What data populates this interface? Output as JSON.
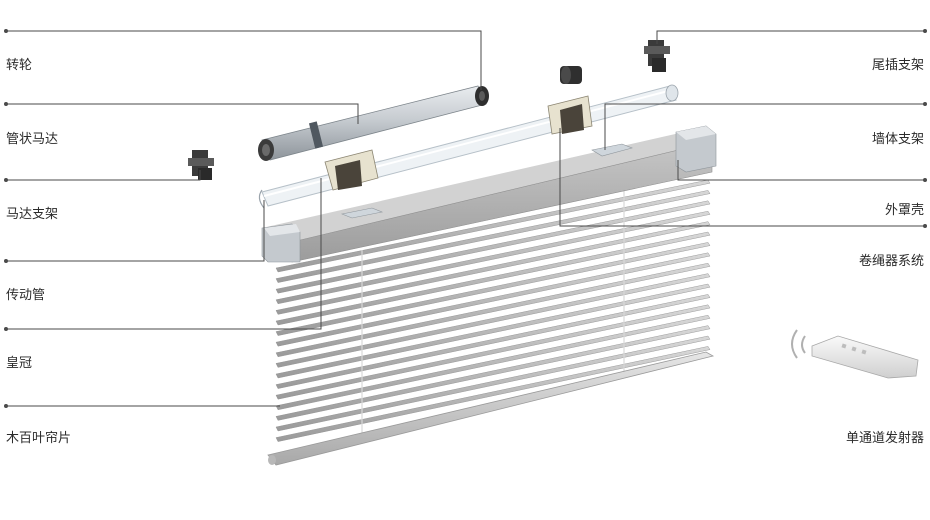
{
  "left_labels": [
    {
      "key": "rotor",
      "text": "转轮"
    },
    {
      "key": "tubular_motor",
      "text": "管状马达"
    },
    {
      "key": "motor_bracket",
      "text": "马达支架"
    },
    {
      "key": "drive_tube",
      "text": "传动管"
    },
    {
      "key": "crown",
      "text": "皇冠"
    },
    {
      "key": "wood_blind",
      "text": "木百叶帘片"
    }
  ],
  "right_labels": [
    {
      "key": "end_plug_bracket",
      "text": "尾插支架"
    },
    {
      "key": "wall_bracket",
      "text": "墙体支架"
    },
    {
      "key": "outer_cover",
      "text": "外罩壳"
    },
    {
      "key": "cord_winding_system",
      "text": "卷绳器系统"
    },
    {
      "key": "single_channel_transmitter",
      "text": "单通道发射器"
    }
  ],
  "colors": {
    "leader_line": "#4a4a4a",
    "slat": "#b9b9b9",
    "headrail": "#a9a9a9",
    "endcap": "#c9ccd0",
    "tube": "#d6dde3",
    "bracket": "#3a3a3a",
    "remote": "#ececec"
  }
}
